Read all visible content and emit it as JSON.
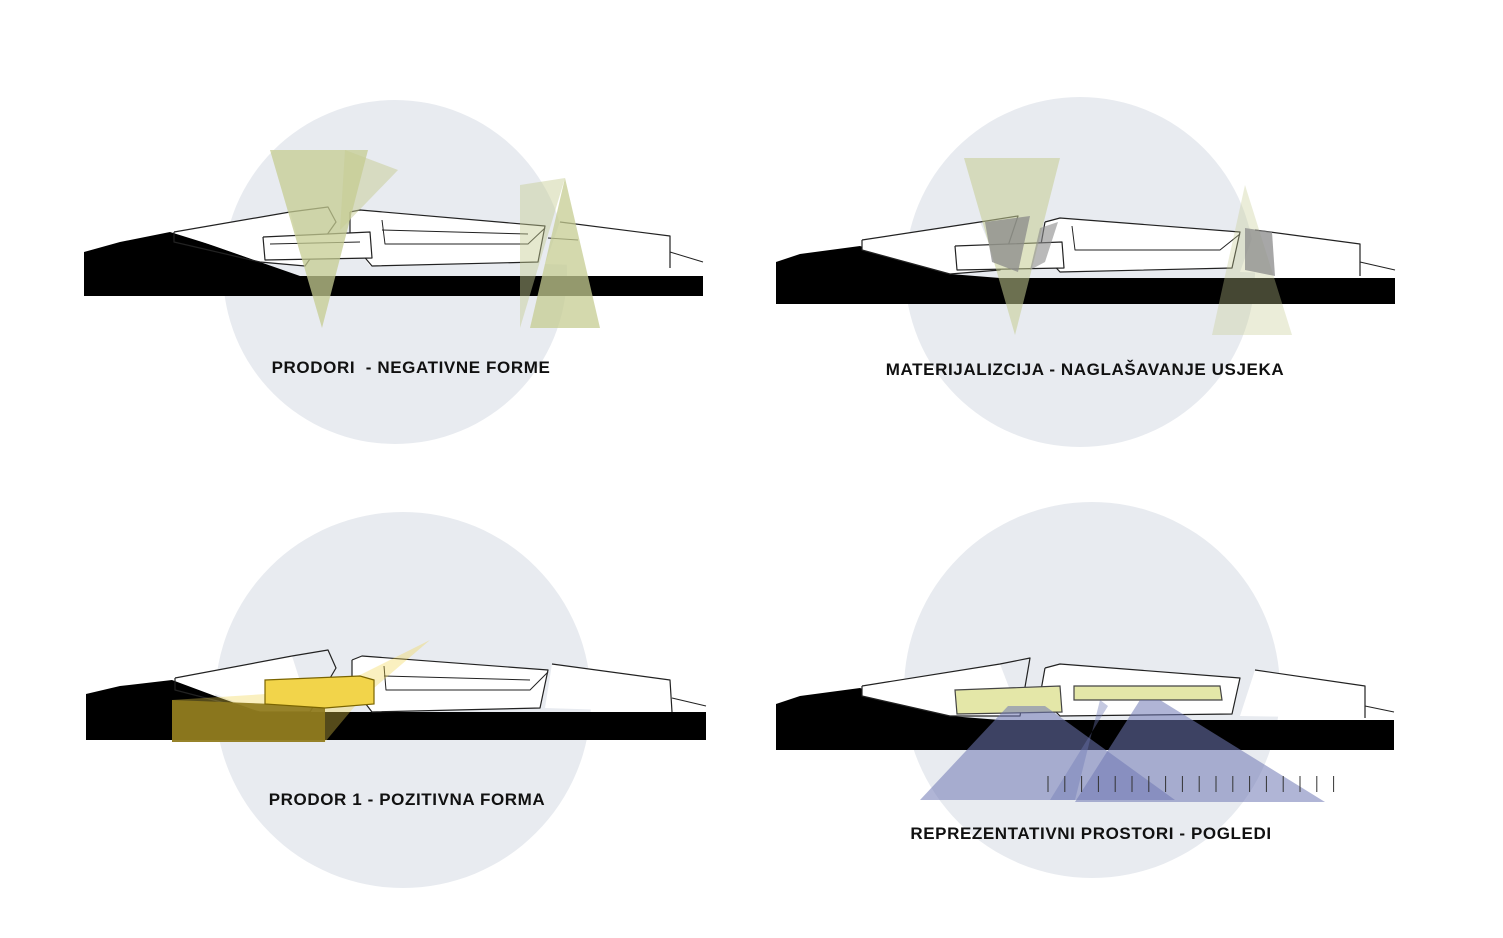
{
  "colors": {
    "background": "#ffffff",
    "circle": "#e8ebf0",
    "ground": "#000000",
    "building_stroke": "#222222",
    "olive_cone": "#c5cc92",
    "cut_grey": "#8a8a8a",
    "yellow_volume": "#f2d44a",
    "dark_olive": "#5a4a05",
    "light_olive_volume": "#e4e7a8",
    "blue_view": "#6f78b4"
  },
  "panels": [
    {
      "id": "prodori-negativne-forme",
      "caption": "PRODORI  - NEGATIVNE FORME"
    },
    {
      "id": "materijalizacija-usjeka",
      "caption": "MATERIJALIZCIJA - NAGLAŠAVANJE USJEKA"
    },
    {
      "id": "prodor-pozitivna-forma",
      "caption": "PRODOR 1 - POZITIVNA FORMA"
    },
    {
      "id": "reprezentativni-prostori-pogledi",
      "caption": "REPREZENTATIVNI PROSTORI - POGLEDI"
    }
  ]
}
